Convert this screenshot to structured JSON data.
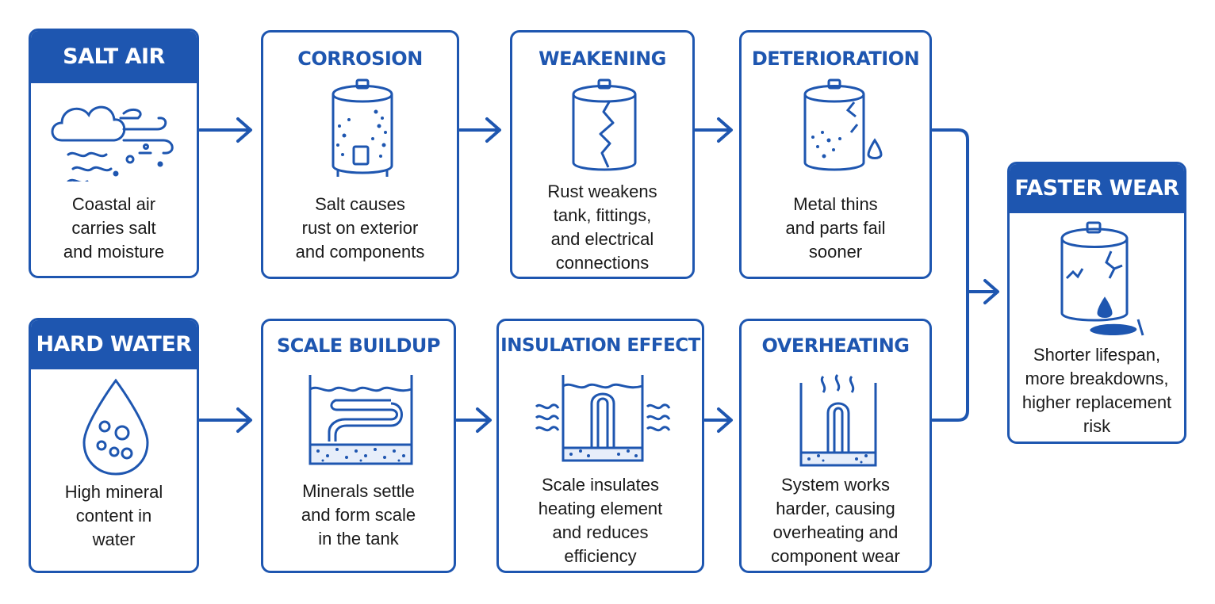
{
  "colors": {
    "primary": "#1e56b0",
    "text": "#1a1a1a",
    "background": "#ffffff"
  },
  "top_row": [
    {
      "title": "SALT AIR",
      "desc": "Coastal air\ncarries salt\nand moisture",
      "icon": "cloud-wind-icon"
    },
    {
      "title": "CORROSION",
      "desc": "Salt causes\nrust on exterior\nand components",
      "icon": "rusted-tank-icon"
    },
    {
      "title": "WEAKENING",
      "desc": "Rust weakens\ntank, fittings,\nand electrical\nconnections",
      "icon": "cracked-tank-icon"
    },
    {
      "title": "DETERIORATION",
      "desc": "Metal thins\nand parts fail\nsooner",
      "icon": "leaking-tank-icon"
    }
  ],
  "bottom_row": [
    {
      "title": "HARD WATER",
      "desc": "High mineral\ncontent in\nwater",
      "icon": "water-drop-minerals-icon"
    },
    {
      "title": "SCALE BUILDUP",
      "desc": "Minerals settle\nand form scale\nin the tank",
      "icon": "scale-tank-icon"
    },
    {
      "title": "INSULATION EFFECT",
      "desc": "Scale insulates\nheating element\nand reduces\nefficiency",
      "icon": "insulated-element-icon"
    },
    {
      "title": "OVERHEATING",
      "desc": "System works\nharder, causing\noverheating and\ncomponent wear",
      "icon": "overheating-element-icon"
    }
  ],
  "result": {
    "title": "FASTER WEAR",
    "desc": "Shorter lifespan,\nmore breakdowns,\nhigher replacement\nrisk",
    "icon": "broken-leaking-tank-icon"
  }
}
